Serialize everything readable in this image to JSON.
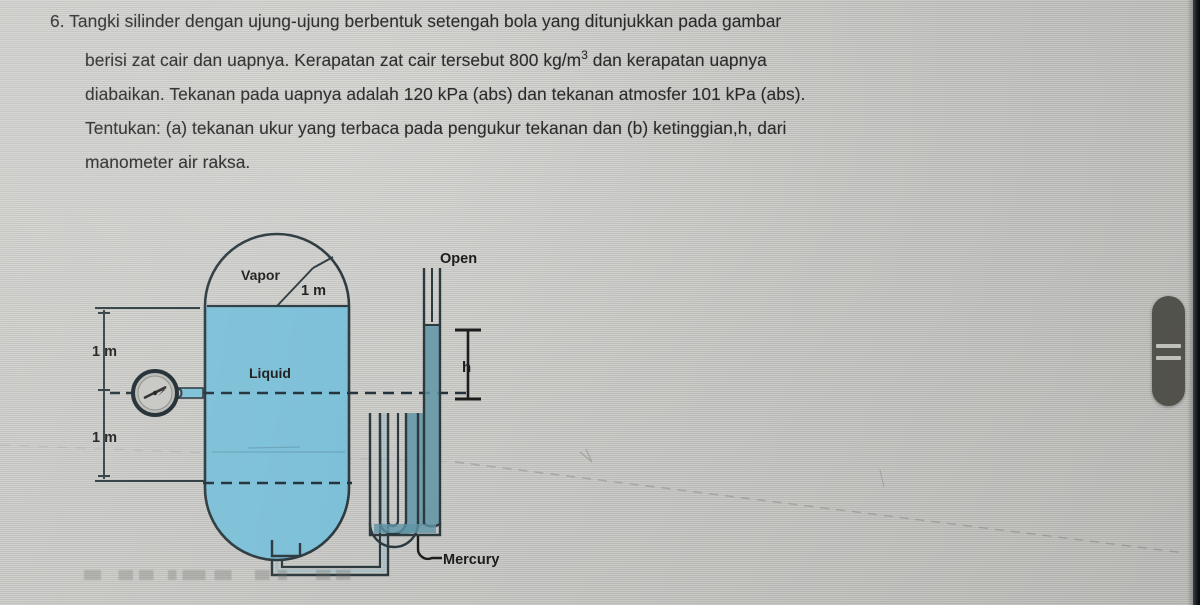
{
  "document": {
    "problem_number": "6.",
    "lines": [
      "6. Tangki silinder dengan ujung-ujung berbentuk setengah bola yang ditunjukkan pada gambar",
      "berisi zat cair dan uapnya. Kerapatan zat cair tersebut 800 kg/m3 dan kerapatan uapnya",
      "diabaikan. Tekanan pada uapnya adalah 120 kPa (abs) dan tekanan atmosfer 101 kPa (abs).",
      "Tentukan: (a) tekanan ukur yang terbaca pada pengukur tekanan dan (b) ketinggian,h, dari",
      "manometer air raksa."
    ],
    "line1_a": "6. Tangki silinder dengan ujung-ujung berbentuk setengah bola yang ditunjukkan pada gambar",
    "line2_a": "berisi zat cair dan uapnya. Kerapatan zat cair tersebut 800 kg/m",
    "line2_sup": "3",
    "line2_b": " dan kerapatan uapnya",
    "line3_a": "diabaikan. Tekanan pada uapnya adalah 120 kPa (abs) dan tekanan atmosfer 101 kPa (abs).",
    "line4_a": "Tentukan: (a) tekanan ukur yang terbaca pada pengukur tekanan dan (b) ketinggian,h, dari",
    "line5_a": "manometer air raksa.",
    "given": {
      "liquid_density": "800 kg/m3",
      "vapor_pressure": "120 kPa (abs)",
      "atmospheric_pressure": "101 kPa (abs)"
    }
  },
  "figure": {
    "labels": {
      "vapor": "Vapor",
      "liquid": "Liquid",
      "radius": "1 m",
      "open": "Open",
      "mercury": "Mercury",
      "height_symbol": "h",
      "dim_top": "1 m",
      "dim_bottom": "1 m"
    },
    "colors": {
      "liquid_fill": "#7dc0d8",
      "mercury_fill": "#5f95a6",
      "outline": "#2c3a40",
      "paper": "#c9c9c6",
      "text": "#2b2b2b",
      "gauge_face": "#b9bab5",
      "menu_handle": "#56564f"
    }
  },
  "widgets": {
    "menu_handle_name": "drag-handle"
  }
}
